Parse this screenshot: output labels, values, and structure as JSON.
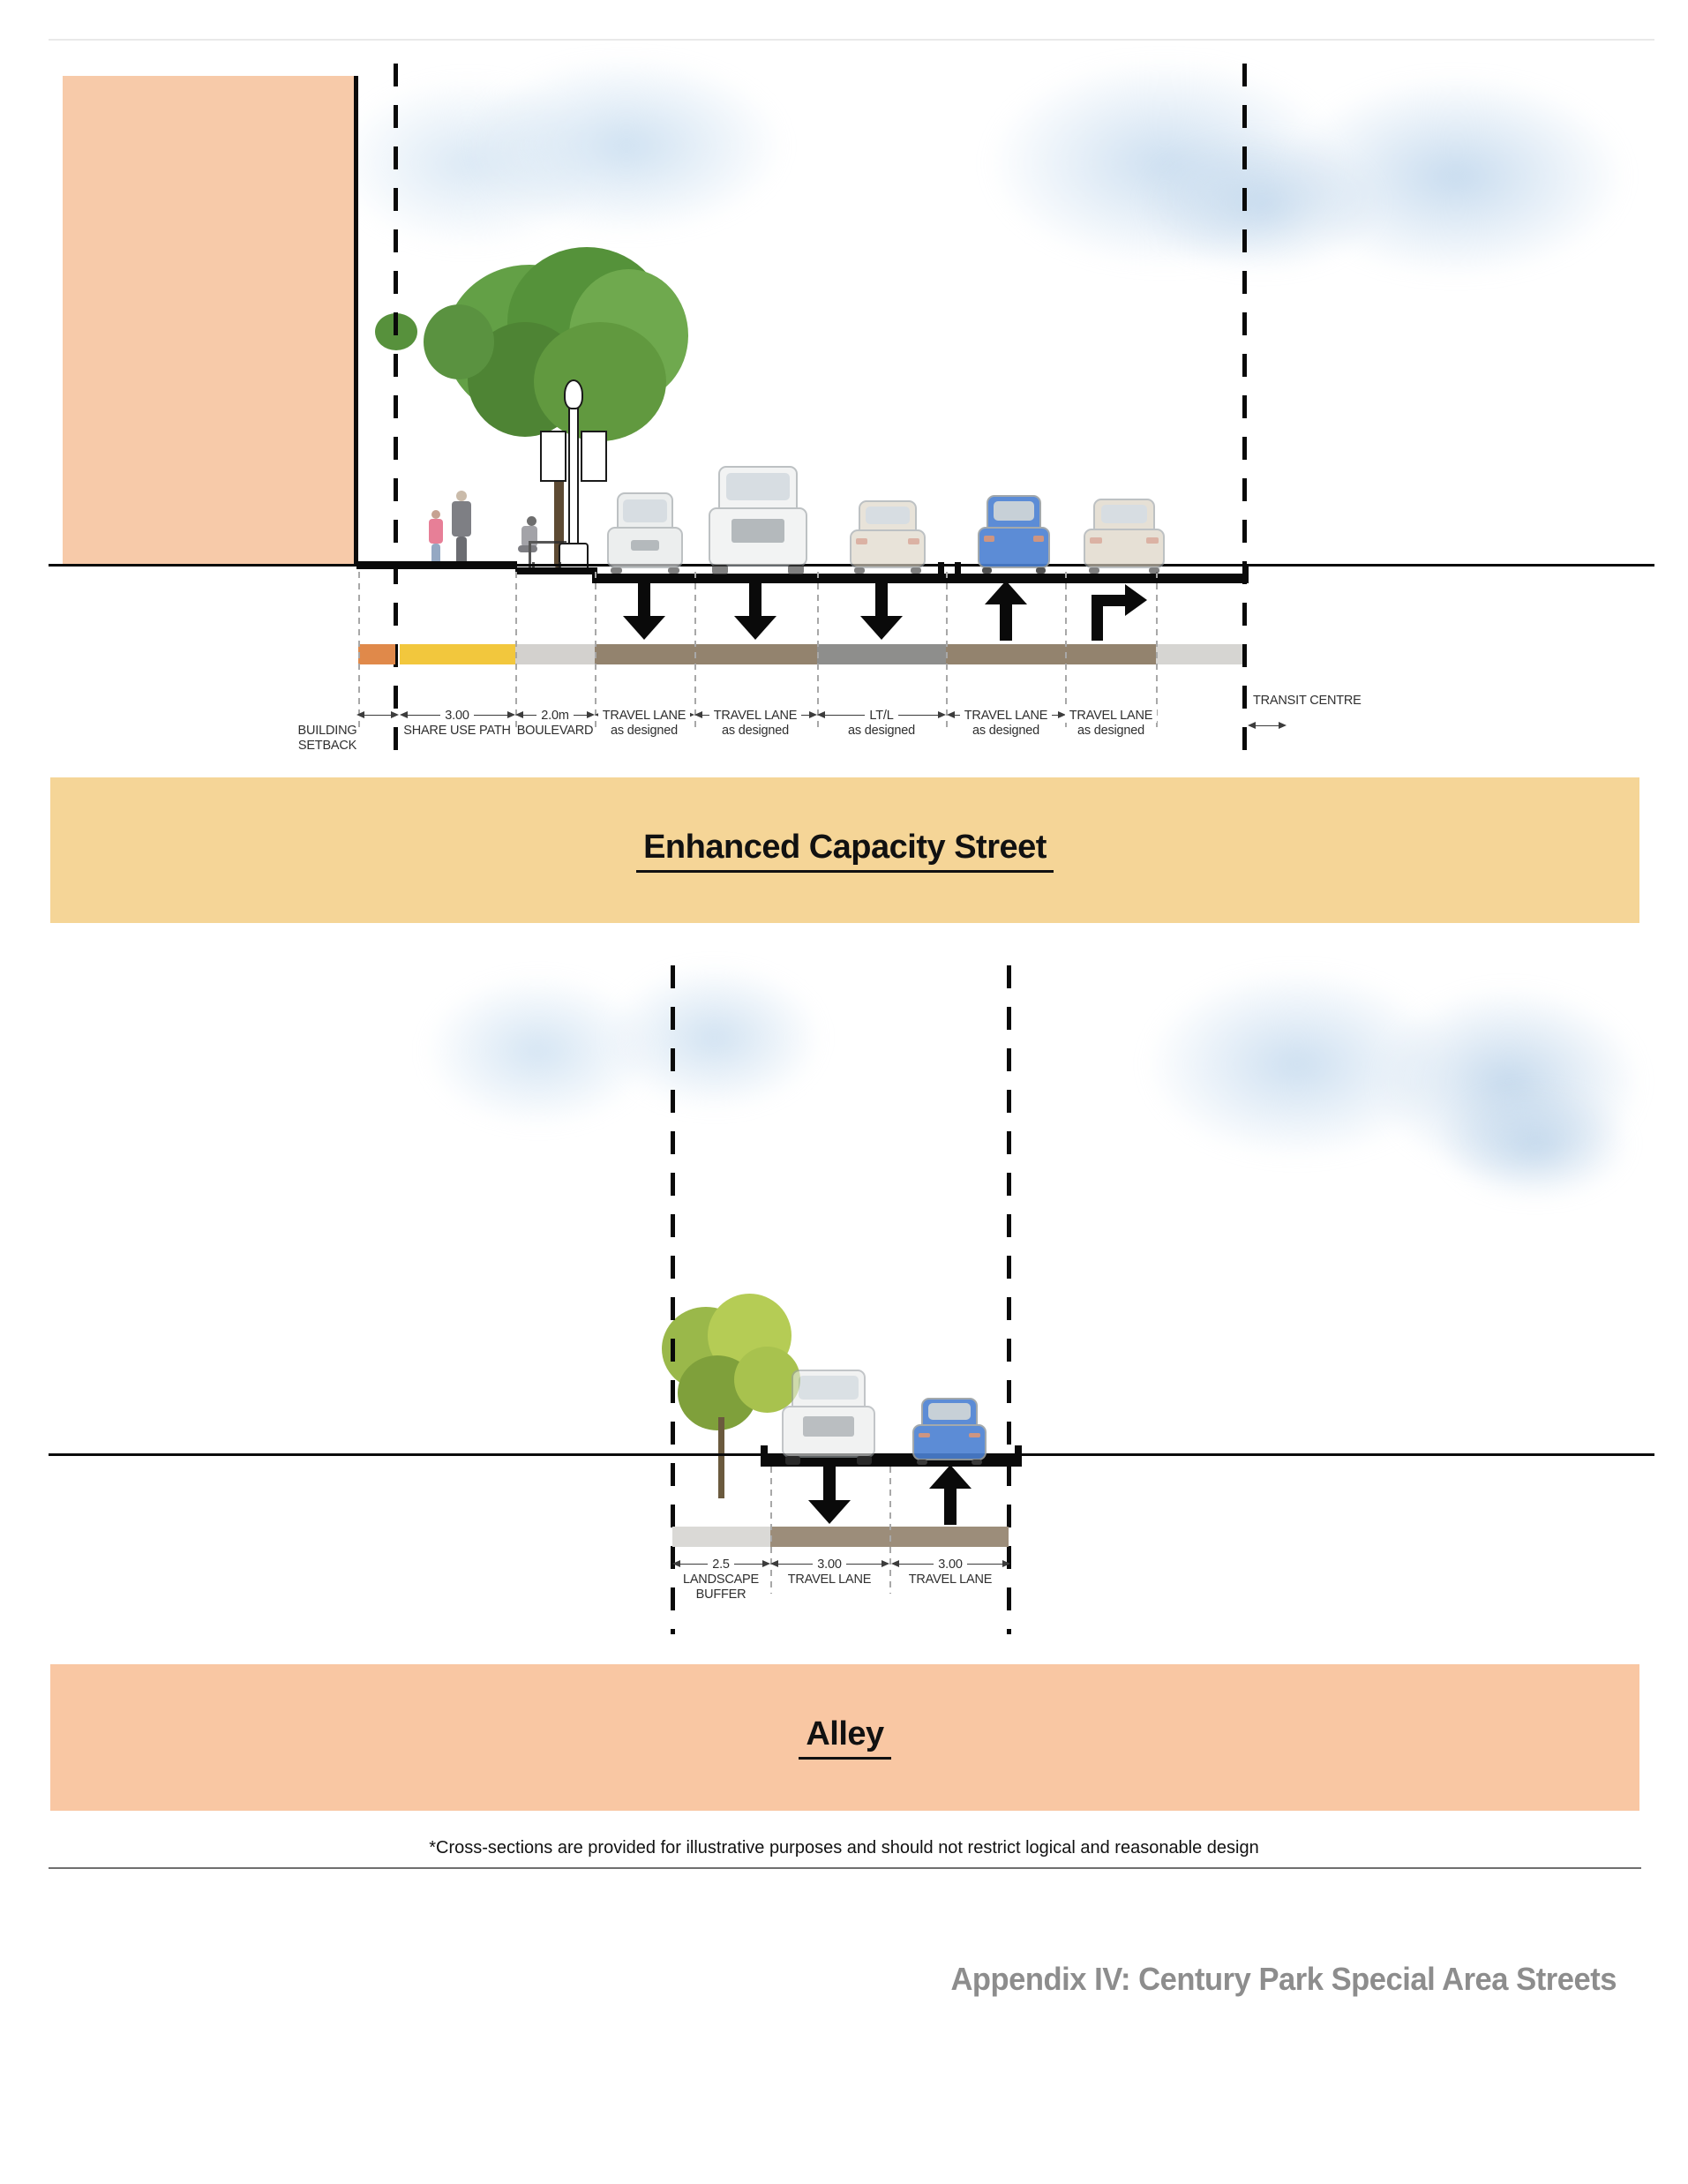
{
  "document": {
    "footnote": "*Cross-sections are provided for illustrative purposes and should not restrict logical and reasonable design",
    "footer_title": "Appendix IV: Century Park Special Area Streets"
  },
  "enhanced_street": {
    "title": "Enhanced Capacity Street",
    "banner_color": "#f5d597",
    "building_color": "#f7caa9",
    "transit_centre_label": "TRANSIT CENTRE",
    "lanes": [
      {
        "dim": "",
        "lines": [
          "BUILDING",
          "SETBACK"
        ],
        "color": "#e0894a",
        "arrow": ""
      },
      {
        "dim": "3.00",
        "lines": [
          "SHARE USE PATH"
        ],
        "color": "#f2c73d",
        "arrow": ""
      },
      {
        "dim": "2.0m",
        "lines": [
          "BOULEVARD"
        ],
        "color": "#d3d1ce",
        "arrow": ""
      },
      {
        "dim": "",
        "lines": [
          "TRAVEL LANE",
          "as designed"
        ],
        "color": "#93836e",
        "arrow": "down"
      },
      {
        "dim": "",
        "lines": [
          "TRAVEL LANE",
          "as designed"
        ],
        "color": "#93836e",
        "arrow": "down"
      },
      {
        "dim": "",
        "lines": [
          "LT/L",
          "as designed"
        ],
        "color": "#8e8e8c",
        "arrow": "down"
      },
      {
        "dim": "",
        "lines": [
          "TRAVEL LANE",
          "as designed"
        ],
        "color": "#93836e",
        "arrow": "up"
      },
      {
        "dim": "",
        "lines": [
          "TRAVEL LANE",
          "as designed"
        ],
        "color": "#93836e",
        "arrow": "turn-right"
      },
      {
        "dim": "",
        "lines": [],
        "color": "#d6d5d2",
        "arrow": ""
      }
    ]
  },
  "alley": {
    "title": "Alley",
    "banner_color": "#f9c7a3",
    "lanes": [
      {
        "dim": "2.5",
        "lines": [
          "LANDSCAPE",
          "BUFFER"
        ],
        "color": "#dad9d6",
        "arrow": ""
      },
      {
        "dim": "3.00",
        "lines": [
          "TRAVEL LANE"
        ],
        "color": "#9c8d7a",
        "arrow": "down"
      },
      {
        "dim": "3.00",
        "lines": [
          "TRAVEL LANE"
        ],
        "color": "#9c8d7a",
        "arrow": "up"
      }
    ]
  },
  "illustrations": {
    "enhanced_street": [
      "clouds",
      "building-face",
      "street-tree",
      "lamp-post",
      "pedestrian-adult",
      "pedestrian-child",
      "bench-person",
      "suv-front",
      "pickup-front",
      "sedan-rear",
      "blue-car-rear",
      "tan-car-rear"
    ],
    "alley": [
      "clouds",
      "small-tree",
      "pickup-front",
      "blue-car-rear"
    ]
  }
}
